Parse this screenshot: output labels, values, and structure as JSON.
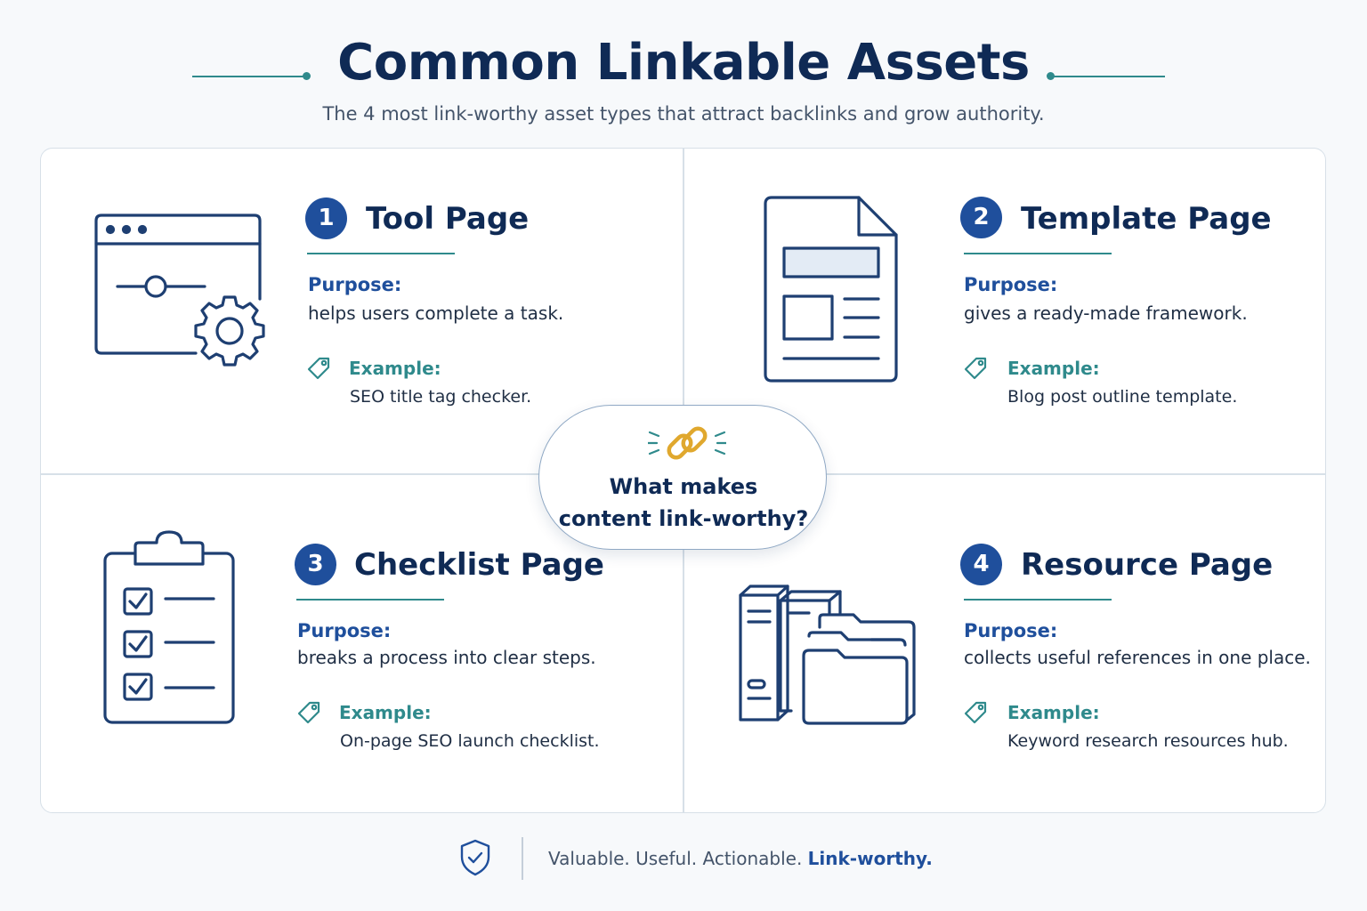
{
  "header": {
    "title": "Common Linkable Assets",
    "subtitle": "The 4 most link-worthy asset types that attract backlinks and grow authority."
  },
  "cards": [
    {
      "number": "1",
      "title": "Tool Page",
      "purpose_label": "Purpose:",
      "purpose": "helps users complete a task.",
      "example_label": "Example:",
      "example": "SEO title tag checker.",
      "icon": "browser-gear-icon"
    },
    {
      "number": "2",
      "title": "Template Page",
      "purpose_label": "Purpose:",
      "purpose": "gives a ready-made framework.",
      "example_label": "Example:",
      "example": "Blog post outline template.",
      "icon": "document-template-icon"
    },
    {
      "number": "3",
      "title": "Checklist Page",
      "purpose_label": "Purpose:",
      "purpose": "breaks a process into clear steps.",
      "example_label": "Example:",
      "example": "On-page SEO launch checklist.",
      "icon": "clipboard-checklist-icon"
    },
    {
      "number": "4",
      "title": "Resource Page",
      "purpose_label": "Purpose:",
      "purpose": "collects useful references in one place.",
      "example_label": "Example:",
      "example": "Keyword research resources hub.",
      "icon": "binders-folders-icon"
    }
  ],
  "center": {
    "line1": "What makes",
    "line2": "content link-worthy?",
    "icon": "chain-link-icon"
  },
  "footer": {
    "text": "Valuable. Useful. Actionable.",
    "strong": "Link-worthy.",
    "icon": "shield-check-icon"
  },
  "colors": {
    "navy": "#0f2a55",
    "blue": "#1f4f9c",
    "teal": "#2f8a8c",
    "gold": "#e0a82e"
  }
}
